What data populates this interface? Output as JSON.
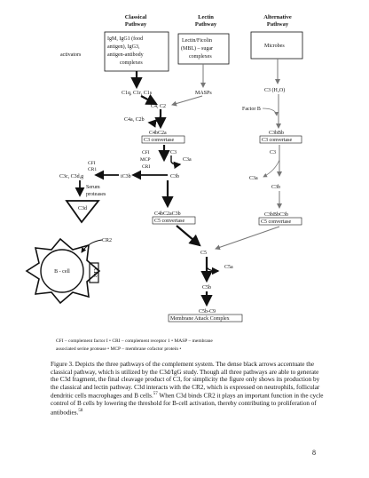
{
  "diagram": {
    "pathways": {
      "classical": {
        "title_line1": "Classical",
        "title_line2": "Pathway",
        "activator_lines": [
          "IgM, IgG1 (food",
          "antigen), IgG3,",
          "antigen-antibody",
          "complexes"
        ]
      },
      "lectin": {
        "title_line1": "Lectin",
        "title_line2": "Pathway",
        "activator_lines": [
          "Lectin/Ficolin",
          "(MBL) – sugar",
          "complexes"
        ]
      },
      "alternative": {
        "title_line1": "Alternative",
        "title_line2": "Pathway",
        "activator_lines": [
          "Microbes"
        ]
      }
    },
    "activators_label": "activators",
    "nodes": {
      "c1": "C1q, C1r, C1s",
      "masps": "MASPs",
      "c3h2o": "C3 (H₂O)",
      "factor_b": "Factor B",
      "c4c2": "C4, C2",
      "c4a_c2b": "C4a, C2b",
      "c4bc2a": "C4bC2a",
      "c3_convertase_left": "C3 convertase",
      "c3bbb": "C3bBb",
      "c3_convertase_right": "C3 convertase",
      "c3_center": "C3",
      "c3a_center": "C3a",
      "c3_right": "C3",
      "c3a_right": "C3a",
      "regulators": [
        "CFI",
        "MCP",
        "CRI"
      ],
      "cfi_cr1": [
        "CFI",
        "CR1"
      ],
      "c3c_c3dg": "C3c, C3d,g",
      "ic3b": "iC3b",
      "c3b_center": "C3b",
      "c3b_right": "C3b",
      "serum_proteases": [
        "Serum",
        "proteases"
      ],
      "c3d": "C3d",
      "c4bc2ac3b": "C4bC2aC3b",
      "c5_convertase_left": "C5 convertase",
      "c3bbbc3b": "C3bBbC3b",
      "c5_convertase_right": "C5 convertase",
      "cr2": "CR2",
      "b_cell": "B - cell",
      "cr2_receptor": "CR2",
      "c5": "C5",
      "c5a": "C5a",
      "c5b": "C5b",
      "c5b_c9": "C5b-C9",
      "mac": "Membrane Attack Complex"
    },
    "legend_lines": [
      "CFI – complement factor I • CRI – complement receptor 1 • MASP – membrane",
      "associated serine protease • MCP – membrane cofactor protein •"
    ]
  },
  "caption": {
    "text_before_57": "Figure 3. Depicts the three pathways of the complement system. The dense black arrows accentuate the classical pathway, which is utilized by the C3d/IgG study. Though all three pathways are able to generate the C3d fragment, the final cleavage product of C3, for simplicity the figure only shows its production by the classical and lectin pathway. C3d interacts with the CR2, which is expressed on neutrophils, follicular dendritic cells macrophages and B cells.",
    "ref_57": "57",
    "text_before_58": " When C3d binds CR2 it plays an important function in the cycle control of B cells by lowering the threshold for B-cell activation, thereby contributing to proliferation of antibodies.",
    "ref_58": "58"
  },
  "page_number": "8"
}
